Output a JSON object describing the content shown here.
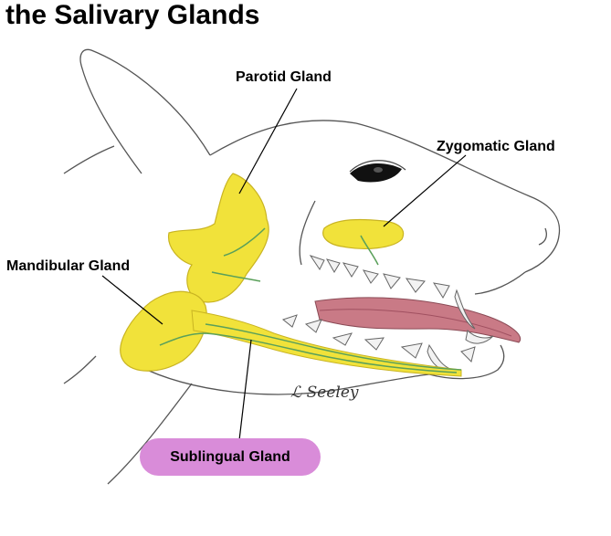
{
  "title": "the Salivary Glands",
  "labels": {
    "parotid": "Parotid Gland",
    "zygomatic": "Zygomatic Gland",
    "mandibular": "Mandibular Gland",
    "sublingual": "Sublingual Gland"
  },
  "signature": "L Seeley",
  "colors": {
    "gland": "#f1e23a",
    "gland_shade": "#d8c42a",
    "duct": "#5aa05a",
    "tongue": "#c97a86",
    "gum": "#d77f8c",
    "highlight_pill": "#d98cd9",
    "outline": "#555555"
  }
}
